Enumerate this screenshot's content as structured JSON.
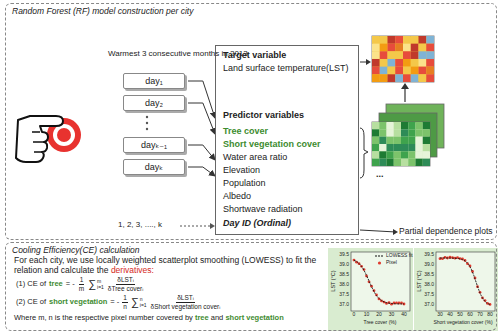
{
  "diagram": {
    "nodes": [
      {
        "text": [
          "Random Forest (RF) model construction per city"
        ]
      },
      {
        "text": [
          "day₁"
        ],
        "in": 0
      },
      {
        "text": [
          "day₂"
        ],
        "in": 0
      },
      {
        "text": [
          "dayₖ₋₁"
        ],
        "in": 0
      },
      {
        "text": [
          "dayₖ"
        ],
        "in": 0
      },
      {
        "text": [
          "Target variable",
          "Land surface temperature(LST)",
          "Predictor variables",
          "Tree cover",
          "Short vegetation cover",
          "Water area ratio",
          "Elevation",
          "Population",
          "Albedo",
          "Shortwave radiation",
          "Day ID (Ordinal)"
        ],
        "in": 0
      },
      {
        "text": [
          "Cooling Efficiency(CE) calculation"
        ]
      }
    ],
    "edges": [
      {
        "from": 1,
        "to": 5,
        "arrow": "to"
      },
      {
        "from": 2,
        "to": 5,
        "arrow": "to"
      },
      {
        "from": 3,
        "to": 5,
        "arrow": "to"
      },
      {
        "from": 4,
        "to": 5,
        "arrow": "to"
      }
    ],
    "labels": [
      "Warmest 3 consecutive months in 2013",
      "1, 2, 3, ...., k",
      "...",
      "Partial dependence plots",
      "For each city, we use locally weighted scatterplot smoothing (LOWESS) to fit the relation and calculate the",
      "derivatives:",
      "(1) CE of",
      "tree",
      "= -",
      "1",
      "m",
      "∑",
      "m",
      "i=1",
      "δLSTᵢ",
      "δTree coverᵢ",
      "(2) CE of",
      "short vegetation",
      "= -",
      "1",
      "n",
      "∑",
      "n",
      "i=1",
      "δLSTᵢ",
      "δShort vegetation coverᵢ",
      "Where m, n is the respective pixel number covered by",
      "tree",
      "and",
      "short vegetation",
      "LST (°C)",
      "39.5",
      "39.0",
      "38.5",
      "38.0",
      "37.5",
      "37.0",
      "0",
      "10",
      "20",
      "30",
      "40",
      "Tree cover (%)",
      "LST (°C)",
      "39.5",
      "39.0",
      "38.5",
      "38.0",
      "37.5",
      "37.0",
      "30",
      "40",
      "50",
      "60",
      "70",
      "80",
      "Short vegetation cover (%)"
    ],
    "legend": [
      {
        "text": "LOWESS fit"
      },
      {
        "text": "Pixel"
      }
    ]
  }
}
